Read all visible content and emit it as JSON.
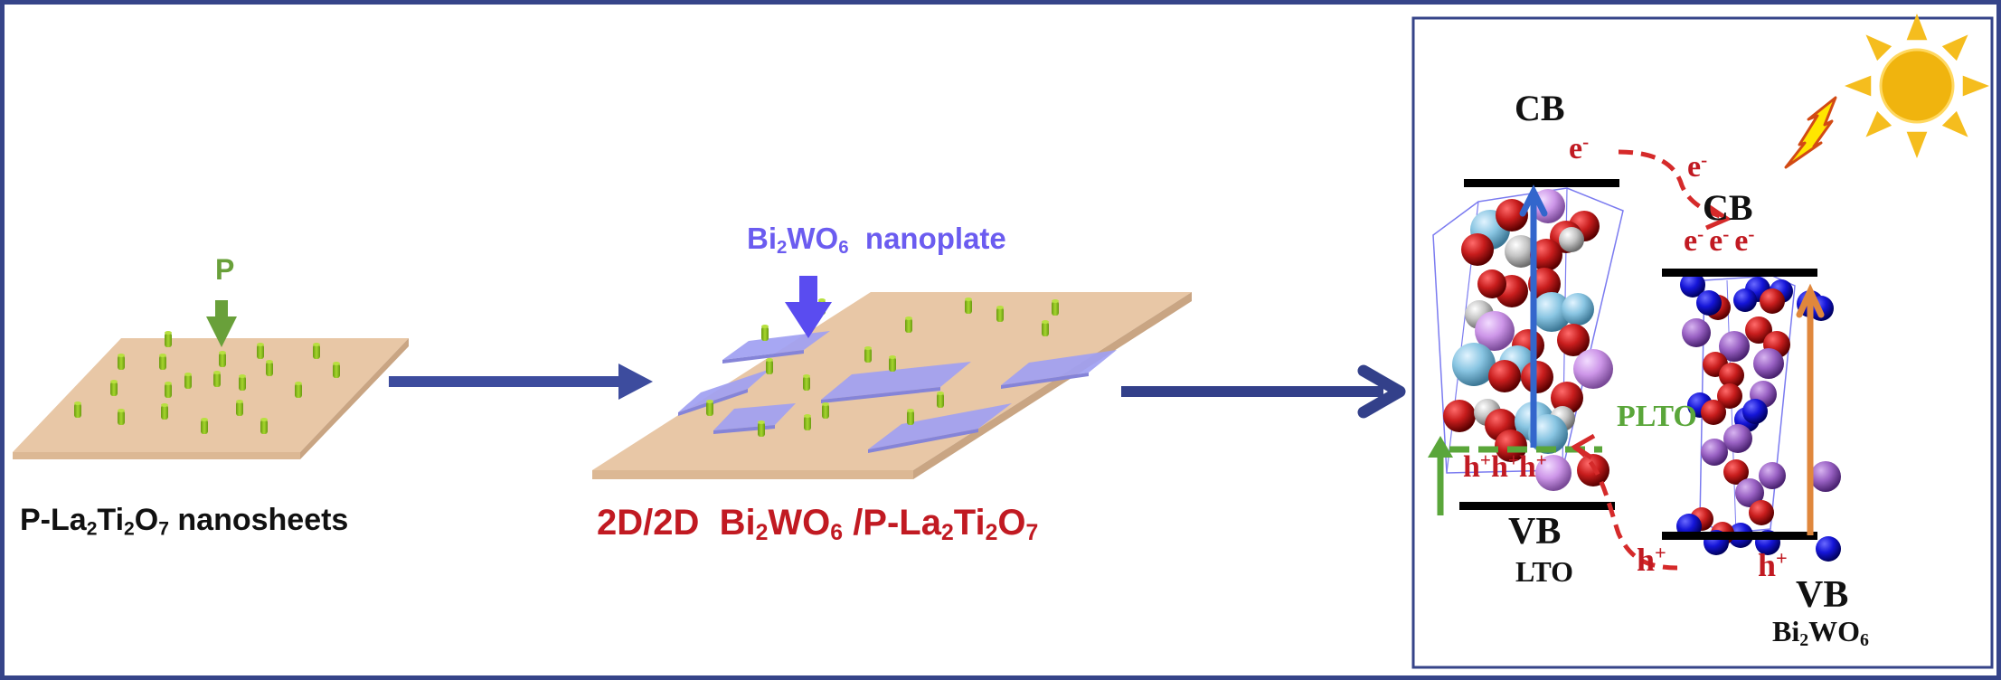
{
  "colors": {
    "frame": "#364489",
    "arrow": "#3b4a9a",
    "sheet": "#e8c7a6",
    "sheet_edge": "#c9a583",
    "dopant_p": "#8dbd1c",
    "nanoplate": "#9f9ef0",
    "label_red": "#c11a22",
    "label_purple": "#6b5cf0",
    "label_green": "#5aa63a",
    "sun": "#f3b81b"
  },
  "stage1": {
    "dopant_label": "P",
    "caption": {
      "pre": "P-La",
      "s1": "2",
      "mid1": "Ti",
      "s2": "2",
      "mid2": "O",
      "s3": "7",
      "post": " nanosheets"
    }
  },
  "stage2": {
    "nanoplate_label": {
      "pre": "Bi",
      "s1": "2",
      "mid": "WO",
      "s2": "6",
      "post": "  nanoplate"
    },
    "caption": {
      "pre": "2D/2D  Bi",
      "s1": "2",
      "mid1": "WO",
      "s2": "6",
      "mid2": " /P-La",
      "s3": "2",
      "mid3": "Ti",
      "s4": "2",
      "mid4": "O",
      "s5": "7"
    }
  },
  "band_diagram": {
    "lto": {
      "cb": "CB",
      "vb": "VB",
      "name": "LTO"
    },
    "bwo": {
      "cb": "CB",
      "vb": "VB",
      "name": {
        "pre": "Bi",
        "s1": "2",
        "mid": "WO",
        "s2": "6"
      }
    },
    "plto_label": "PLTO",
    "electron": {
      "base": "e",
      "charge": "-"
    },
    "hole": {
      "base": "h",
      "charge": "+"
    },
    "cb_electrons_count": 3,
    "plto_holes_count": 3
  }
}
